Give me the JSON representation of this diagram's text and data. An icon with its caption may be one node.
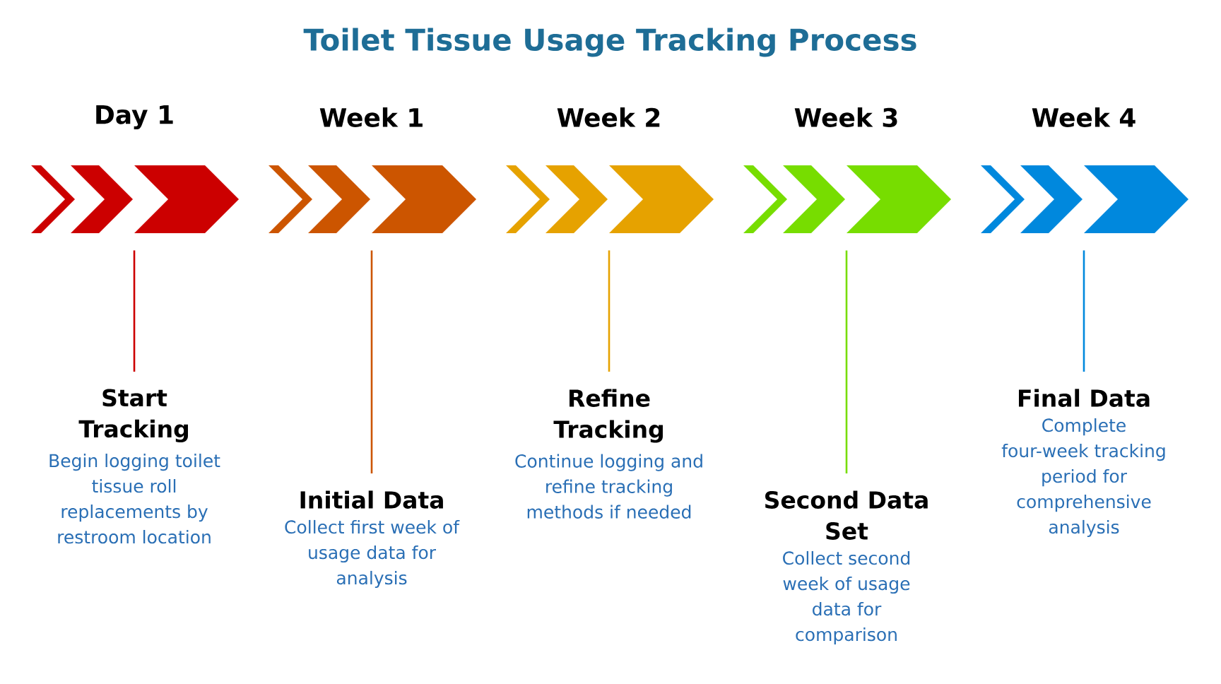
{
  "diagram": {
    "title": "Toilet Tissue Usage Tracking Process",
    "nodes": [
      {
        "text": [],
        "shape": "arrow",
        "beside": [
          "Day 1"
        ]
      },
      {
        "text": [
          "Start Tracking",
          "Begin logging toilet tissue roll replacements by restroom location"
        ]
      },
      {
        "text": [],
        "shape": "arrow",
        "beside": [
          "Week 1"
        ]
      },
      {
        "text": [
          "Initial Data",
          "Collect first week of usage data for analysis"
        ]
      },
      {
        "text": [],
        "shape": "arrow",
        "beside": [
          "Week 2"
        ]
      },
      {
        "text": [
          "Refine Tracking",
          "Continue logging and refine tracking methods if needed"
        ]
      },
      {
        "text": [],
        "shape": "arrow",
        "beside": [
          "Week 3"
        ]
      },
      {
        "text": [
          "Second Data Set",
          "Collect second week of usage data for comparison"
        ]
      },
      {
        "text": [],
        "shape": "arrow",
        "beside": [
          "Week 4"
        ]
      },
      {
        "text": [
          "Final Data",
          "Complete four-week tracking period for comprehensive analysis"
        ]
      }
    ],
    "edges": [
      {
        "from": 0,
        "to": 1,
        "arrow": "none",
        "color": "#cc0000"
      },
      {
        "from": 2,
        "to": 3,
        "arrow": "none",
        "color": "#cc5500"
      },
      {
        "from": 4,
        "to": 5,
        "arrow": "none",
        "color": "#e6a200"
      },
      {
        "from": 6,
        "to": 7,
        "arrow": "none",
        "color": "#77dd00"
      },
      {
        "from": 8,
        "to": 9,
        "arrow": "none",
        "color": "#0088dd"
      }
    ]
  }
}
